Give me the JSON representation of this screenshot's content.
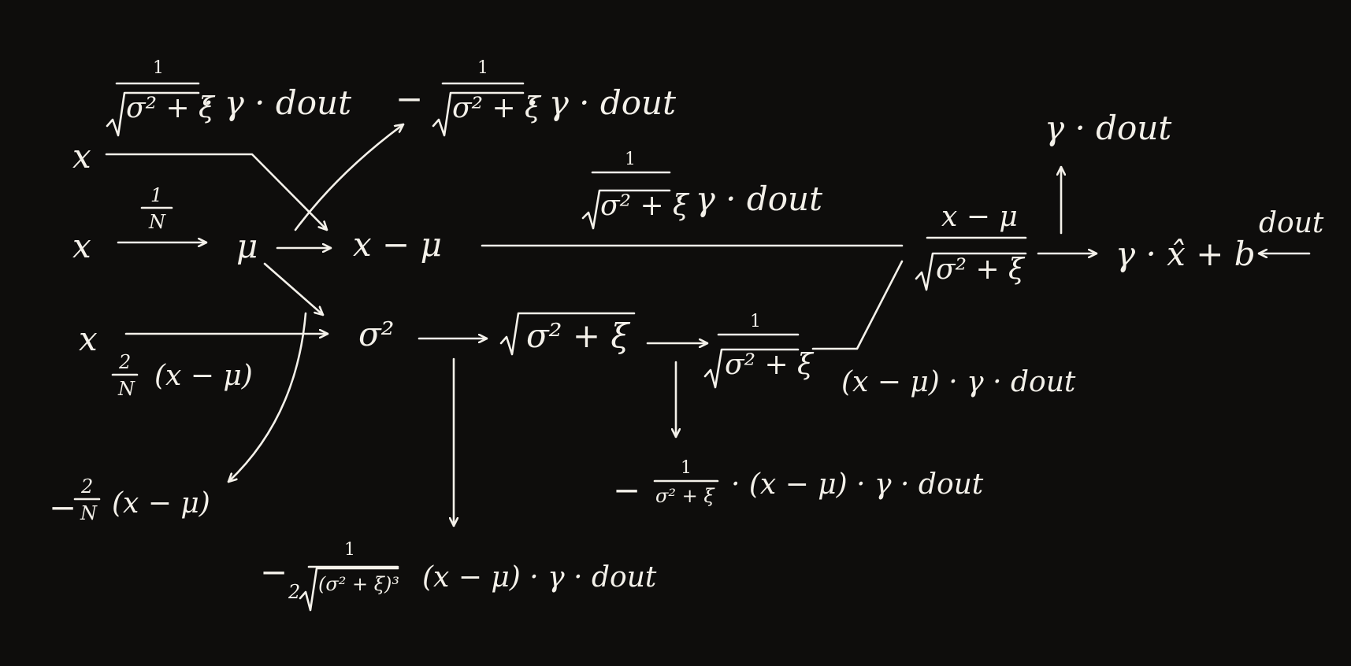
{
  "board": {
    "background": "#0e0d0c",
    "ink": "#f4f1ea"
  },
  "nodes": {
    "x1": "x",
    "x2": "x",
    "x3": "x",
    "mu": "μ",
    "x_minus_mu": "x − μ",
    "sigma_sq": "σ²",
    "sqrt_node_label": "σ² + ξ",
    "inv_sqrt_label": "σ² + ξ",
    "xhat_num": "x − μ",
    "xhat_den": "σ² + ξ",
    "output_expr": "γ · x̂ + b",
    "dout_top": "dout"
  },
  "edge_labels": {
    "one_over_n": {
      "num": "1",
      "den": "N"
    },
    "two_over_n": {
      "num": "2",
      "den": "N",
      "rest": "(x − μ)"
    }
  },
  "gradients": {
    "g_x_top": {
      "num": "1",
      "den": "σ² + ξ",
      "rest": "· γ · dout"
    },
    "g_mu_neg": {
      "prefix": "−",
      "num": "1",
      "den": "σ² + ξ",
      "rest": "· γ · dout"
    },
    "g_xmu_mid": {
      "num": "1",
      "den": "σ² + ξ",
      "rest": "· γ · dout"
    },
    "g_gamma": "γ · dout",
    "g_inv_sqrt": "(x − μ) · γ · dout",
    "g_sqrt": {
      "prefix": "−",
      "num": "1",
      "den": "σ² + ξ",
      "rest": "· (x − μ) · γ · dout"
    },
    "g_var": {
      "prefix": "−",
      "num": "1",
      "den_coef": "2",
      "den": "(σ² + ξ)³",
      "rest": "(x − μ) · γ · dout"
    },
    "g_mu_from_var": {
      "prefix": "−",
      "num": "2",
      "den": "N",
      "rest": "(x − μ)"
    }
  }
}
